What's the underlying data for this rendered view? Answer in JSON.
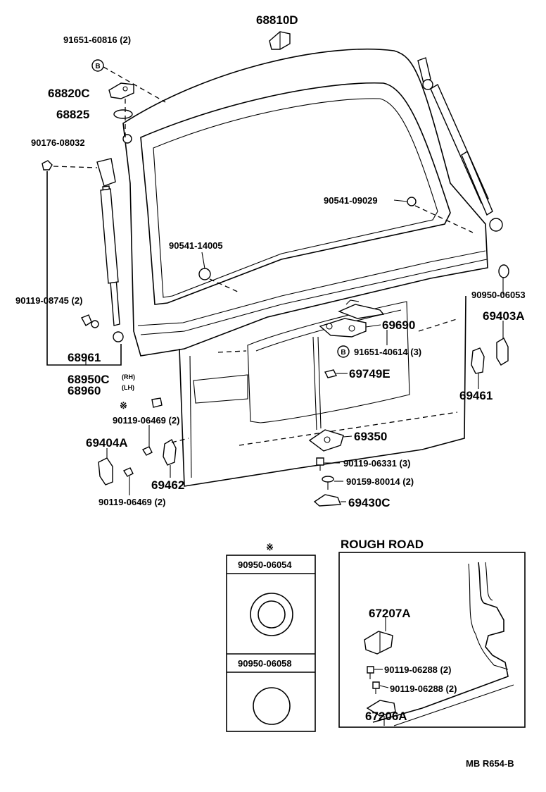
{
  "parts": {
    "p68810D": "68810D",
    "p91651_60816": "91651-60816 (2)",
    "p68820C": "68820C",
    "p68825": "68825",
    "p90176_08032": "90176-08032",
    "p90541_09029": "90541-09029",
    "p90541_14005": "90541-14005",
    "p90119_08745": "90119-08745 (2)",
    "p90950_06053": "90950-06053",
    "p69403A": "69403A",
    "p69690": "69690",
    "p91651_40614": "91651-40614 (3)",
    "p68961": "68961",
    "p68950C": "68950C",
    "rh": "(RH)",
    "p68960": "68960",
    "lh": "(LH)",
    "p69749E": "69749E",
    "p69461": "69461",
    "p90119_06469a": "90119-06469 (2)",
    "p69350": "69350",
    "p69404A": "69404A",
    "p90119_06331": "90119-06331 (3)",
    "p69462": "69462",
    "p90159_80014": "90159-80014 (2)",
    "p90119_06469b": "90119-06469 (2)",
    "p69430C": "69430C"
  },
  "marks": {
    "asterisk": "※",
    "bolt_b": "B"
  },
  "grommet_box": {
    "asterisk": "※",
    "top_label": "90950-06054",
    "bottom_label": "90950-06058"
  },
  "rough_road": {
    "title": "ROUGH  ROAD",
    "p67207A": "67207A",
    "p90119_06288a": "90119-06288 (2)",
    "p90119_06288b": "90119-06288 (2)",
    "p67206A": "67206A"
  },
  "footer": {
    "code": "MB  R654-B"
  }
}
